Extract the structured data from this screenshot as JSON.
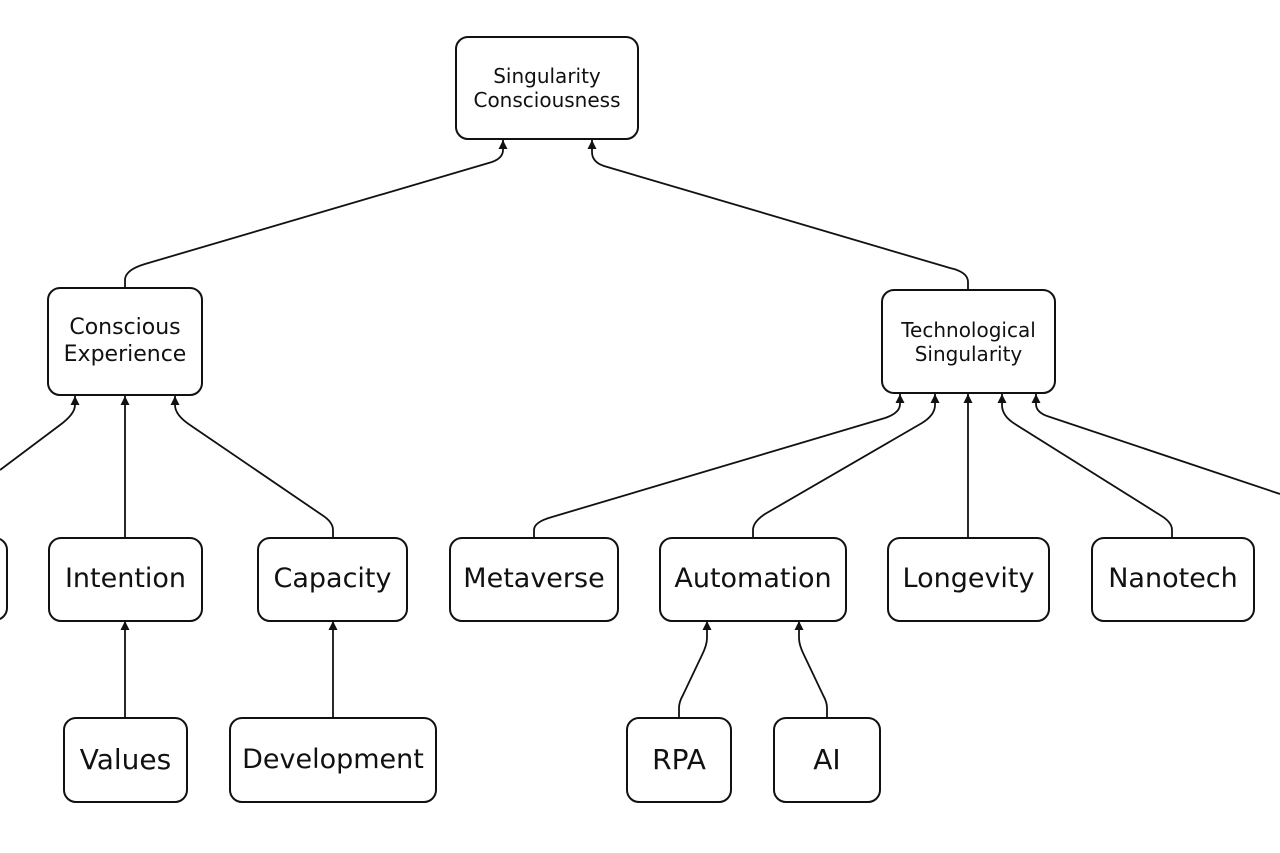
{
  "nodes": {
    "root": "Singularity\nConsciousness",
    "conscious_experience": "Conscious\nExperience",
    "technological_singularity": "Technological\nSingularity",
    "intention": "Intention",
    "capacity": "Capacity",
    "metaverse": "Metaverse",
    "automation": "Automation",
    "longevity": "Longevity",
    "nanotech": "Nanotech",
    "values": "Values",
    "development": "Development",
    "rpa": "RPA",
    "ai": "AI"
  },
  "edges": [
    {
      "from": "conscious_experience",
      "to": "root"
    },
    {
      "from": "technological_singularity",
      "to": "root"
    },
    {
      "from": "intention",
      "to": "conscious_experience"
    },
    {
      "from": "capacity",
      "to": "conscious_experience"
    },
    {
      "from": "metaverse",
      "to": "technological_singularity"
    },
    {
      "from": "automation",
      "to": "technological_singularity"
    },
    {
      "from": "longevity",
      "to": "technological_singularity"
    },
    {
      "from": "nanotech",
      "to": "technological_singularity"
    },
    {
      "from": "values",
      "to": "intention"
    },
    {
      "from": "development",
      "to": "capacity"
    },
    {
      "from": "rpa",
      "to": "automation"
    },
    {
      "from": "ai",
      "to": "automation"
    }
  ],
  "offscreen_edges": [
    {
      "to": "conscious_experience",
      "direction": "left"
    },
    {
      "to": "technological_singularity",
      "direction": "right"
    }
  ]
}
